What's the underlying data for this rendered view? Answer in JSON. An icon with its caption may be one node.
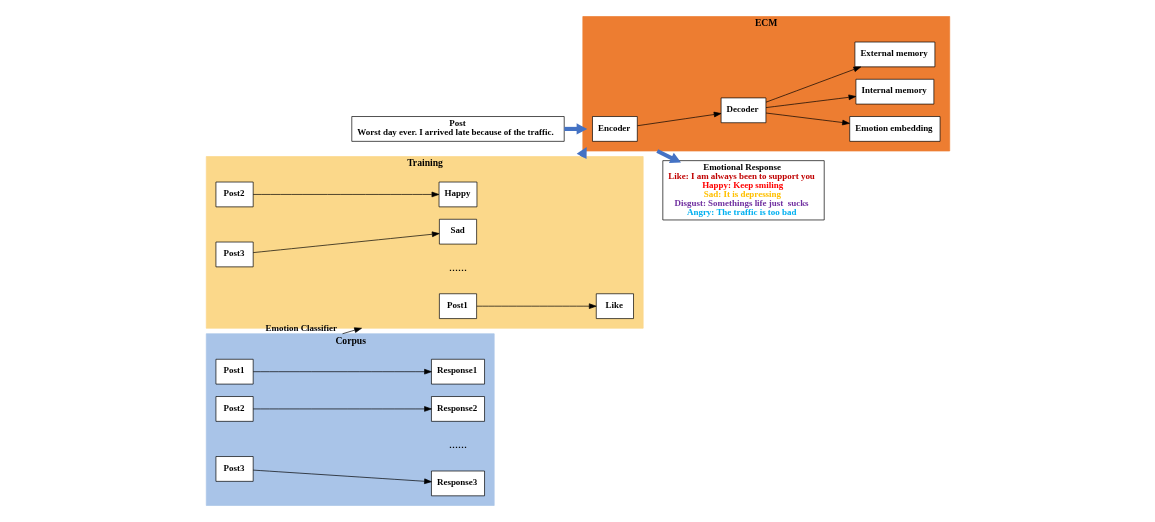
{
  "diagram": {
    "nodes": [
      {
        "text": [
          "Post",
          "Worst day ever. I arrived late because of the traffic."
        ]
      },
      {
        "text": [
          "ECM"
        ]
      },
      {
        "text": [
          "Encoder"
        ],
        "in": 1
      },
      {
        "text": [
          "Decoder"
        ],
        "in": 1
      },
      {
        "text": [
          "Emotion embedding"
        ],
        "in": 1
      },
      {
        "text": [
          "Internal memory"
        ],
        "in": 1
      },
      {
        "text": [
          "External memory"
        ],
        "in": 1
      },
      {
        "text": [
          "Emotional Response",
          "Like: I am always been to support you",
          "Happy: Keep smiling",
          "Sad: It is depressing",
          "Disgust: Somethings life just  sucks",
          "Angry: The traffic is too bad"
        ]
      },
      {
        "text": [
          "Corpus"
        ]
      },
      {
        "text": [
          "Post1"
        ],
        "in": 8
      },
      {
        "text": [
          "Response1"
        ],
        "in": 8
      },
      {
        "text": [
          "Post2"
        ],
        "in": 8
      },
      {
        "text": [
          "Response2"
        ],
        "in": 8
      },
      {
        "text": [
          "Post3"
        ],
        "in": 8
      },
      {
        "text": [
          "Response3"
        ],
        "in": 8
      },
      {
        "text": [
          "Training"
        ]
      },
      {
        "text": [
          "Post1"
        ],
        "in": 15
      },
      {
        "text": [
          "Like"
        ],
        "in": 15
      },
      {
        "text": [
          "Post2"
        ],
        "in": 15
      },
      {
        "text": [
          "Happy"
        ],
        "in": 15
      },
      {
        "text": [
          "Post3"
        ],
        "in": 15
      },
      {
        "text": [
          "Sad"
        ],
        "in": 15
      }
    ],
    "edges": [
      {
        "from": 0,
        "to": 1,
        "arrow": "to",
        "style": "thick",
        "color": "#4472c4"
      },
      {
        "from": 1,
        "to": 7,
        "arrow": "to",
        "style": "thick",
        "color": "#4472c4"
      },
      {
        "from": 2,
        "to": 3,
        "arrow": "to"
      },
      {
        "from": 3,
        "to": 4,
        "arrow": "to"
      },
      {
        "from": 3,
        "to": 5,
        "arrow": "to"
      },
      {
        "from": 3,
        "to": 6,
        "arrow": "to"
      },
      {
        "from": 9,
        "to": 10,
        "arrow": "to"
      },
      {
        "from": 11,
        "to": 12,
        "arrow": "to"
      },
      {
        "from": 13,
        "to": 14,
        "arrow": "to"
      },
      {
        "from": 8,
        "to": 15,
        "arrow": "to",
        "label": "Emotion Classifier"
      },
      {
        "from": 16,
        "to": 17,
        "arrow": "to"
      },
      {
        "from": 18,
        "to": 19,
        "arrow": "to"
      },
      {
        "from": 20,
        "to": 21,
        "arrow": "to"
      },
      {
        "from": 15,
        "to": 1,
        "arrow": "to",
        "style": "thick",
        "color": "#4472c4"
      }
    ],
    "labels": [
      "……",
      "……"
    ]
  }
}
